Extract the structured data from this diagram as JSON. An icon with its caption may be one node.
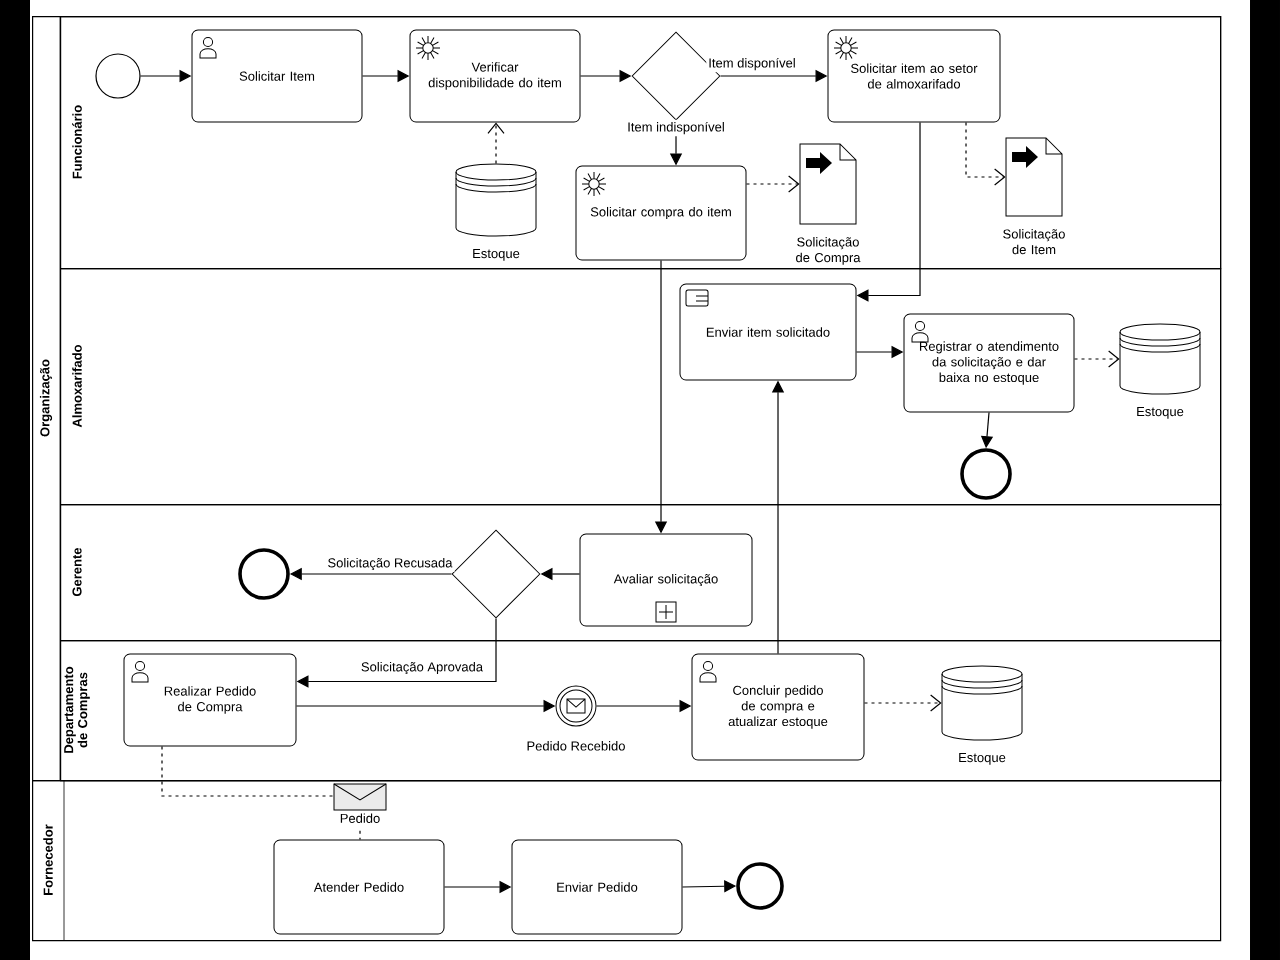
{
  "diagram": {
    "nodes": [
      {
        "text": [
          "Organização"
        ]
      },
      {
        "text": [
          "Funcionário"
        ],
        "in": 0
      },
      {
        "text": [
          "Almoxarifado"
        ],
        "in": 0
      },
      {
        "text": [
          "Gerente"
        ],
        "in": 0
      },
      {
        "text": [
          "Departamento de Compras"
        ],
        "in": 0
      },
      {
        "text": [
          "Fornecedor"
        ]
      },
      {
        "text": [],
        "shape": "circle",
        "in": 1
      },
      {
        "text": [
          "Solicitar Item"
        ],
        "in": 1
      },
      {
        "text": [
          "Verificar disponibilidade do item"
        ],
        "in": 1
      },
      {
        "text": [],
        "shape": "diamond",
        "in": 1
      },
      {
        "text": [
          "Estoque"
        ],
        "in": 1
      },
      {
        "text": [
          "Solicitar compra do item"
        ],
        "in": 1
      },
      {
        "text": [
          "Solicitação de Compra"
        ],
        "in": 1
      },
      {
        "text": [
          "Solicitar item ao setor de almoxarifado"
        ],
        "in": 1
      },
      {
        "text": [
          "Solicitação de Item"
        ],
        "in": 1
      },
      {
        "text": [
          "Enviar item solicitado"
        ],
        "in": 2
      },
      {
        "text": [
          "Registrar o atendimento da solicitação e dar baixa no estoque"
        ],
        "in": 2
      },
      {
        "text": [
          "Estoque"
        ],
        "in": 2
      },
      {
        "text": [],
        "shape": "circle",
        "in": 2
      },
      {
        "text": [
          "Avaliar solicitação"
        ],
        "in": 3
      },
      {
        "text": [],
        "shape": "diamond",
        "in": 3
      },
      {
        "text": [],
        "shape": "circle",
        "in": 3
      },
      {
        "text": [
          "Realizar Pedido de Compra"
        ],
        "in": 4
      },
      {
        "text": [
          "Pedido Recebido"
        ],
        "in": 4
      },
      {
        "text": [
          "Concluir pedido de compra e atualizar estoque"
        ],
        "in": 4
      },
      {
        "text": [
          "Estoque"
        ],
        "in": 4
      },
      {
        "text": [
          "Pedido"
        ],
        "in": 5
      },
      {
        "text": [
          "Atender Pedido"
        ],
        "in": 5
      },
      {
        "text": [
          "Enviar Pedido"
        ],
        "in": 5
      },
      {
        "text": [],
        "shape": "circle",
        "in": 5
      }
    ],
    "edges": [
      {
        "from": 6,
        "to": 7,
        "arrow": "to"
      },
      {
        "from": 7,
        "to": 8,
        "arrow": "to"
      },
      {
        "from": 8,
        "to": 9,
        "arrow": "to"
      },
      {
        "from": 9,
        "to": 13,
        "arrow": "to",
        "label": "Item disponível"
      },
      {
        "from": 9,
        "to": 11,
        "arrow": "to",
        "label": "Item indisponível"
      },
      {
        "from": 10,
        "to": 8,
        "arrow": "to",
        "style": "dashed"
      },
      {
        "from": 11,
        "to": 12,
        "arrow": "to",
        "style": "dashed"
      },
      {
        "from": 13,
        "to": 14,
        "arrow": "to",
        "style": "dashed"
      },
      {
        "from": 13,
        "to": 15,
        "arrow": "to"
      },
      {
        "from": 11,
        "to": 19,
        "arrow": "to"
      },
      {
        "from": 15,
        "to": 16,
        "arrow": "to"
      },
      {
        "from": 16,
        "to": 18,
        "arrow": "to"
      },
      {
        "from": 16,
        "to": 17,
        "arrow": "to",
        "style": "dashed"
      },
      {
        "from": 19,
        "to": 20,
        "arrow": "to"
      },
      {
        "from": 20,
        "to": 21,
        "arrow": "to",
        "label": "Solicitação Recusada"
      },
      {
        "from": 20,
        "to": 22,
        "arrow": "to",
        "label": "Solicitação Aprovada"
      },
      {
        "from": 22,
        "to": 23,
        "arrow": "to"
      },
      {
        "from": 23,
        "to": 24,
        "arrow": "to"
      },
      {
        "from": 24,
        "to": 15,
        "arrow": "to"
      },
      {
        "from": 24,
        "to": 25,
        "arrow": "to",
        "style": "dashed"
      },
      {
        "from": 22,
        "to": 26,
        "arrow": "none",
        "style": "dashed"
      },
      {
        "from": 26,
        "to": 27,
        "arrow": "none",
        "style": "dashed"
      },
      {
        "from": 27,
        "to": 28,
        "arrow": "to"
      },
      {
        "from": 28,
        "to": 29,
        "arrow": "to"
      }
    ]
  }
}
